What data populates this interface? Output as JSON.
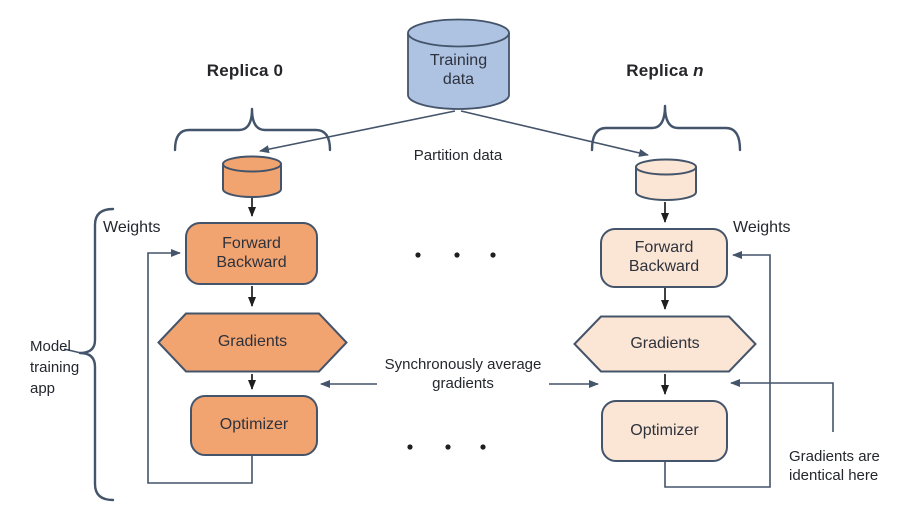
{
  "colors": {
    "left_fill": "#F2A470",
    "right_fill": "#FBE5D4",
    "db_fill": "#AEC2E2",
    "outline": "#44546A",
    "flow": "#1F1F1F",
    "ink": "#2E323D"
  },
  "datastore": {
    "line1": "Training",
    "line2": "data"
  },
  "headers": {
    "replica0": "Replica 0",
    "replican_word": "Replica ",
    "replican_var": "n"
  },
  "annotations": {
    "partition": "Partition data",
    "weights_left": "Weights",
    "weights_right": "Weights",
    "sync1": "Synchronously average",
    "sync2": "gradients",
    "model1": "Model",
    "model2": "training",
    "model3": "app",
    "identical1": "Gradients are",
    "identical2": "identical here"
  },
  "replica0": {
    "fb1": "Forward",
    "fb2": "Backward",
    "gradients": "Gradients",
    "optimizer": "Optimizer"
  },
  "replican": {
    "fb1": "Forward",
    "fb2": "Backward",
    "gradients": "Gradients",
    "optimizer": "Optimizer"
  }
}
